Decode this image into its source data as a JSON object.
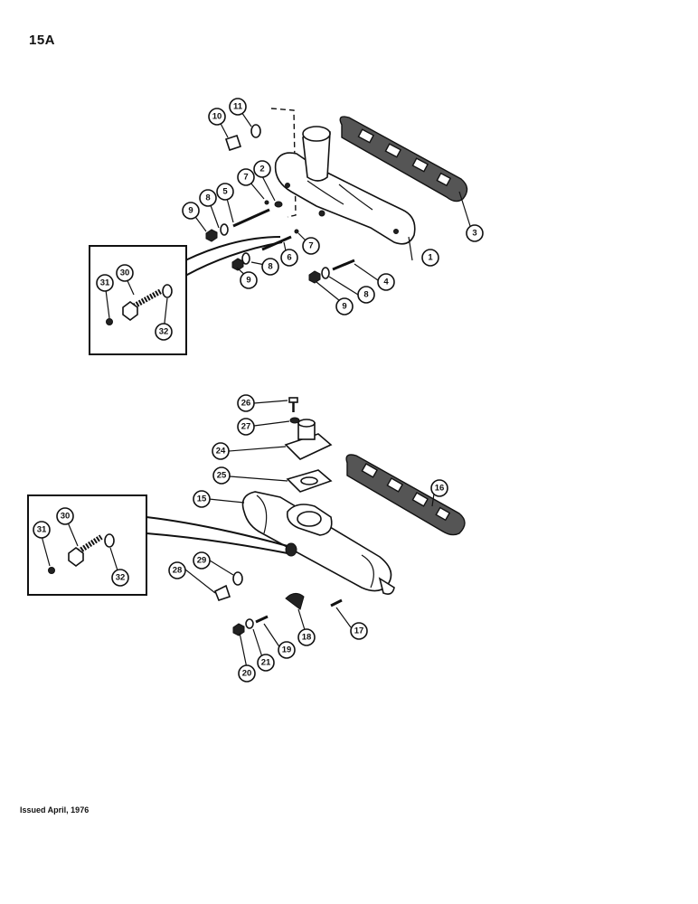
{
  "page_number": "15A",
  "footer": "Issued April, 1976",
  "top_assembly_callouts": [
    "1",
    "2",
    "3",
    "4",
    "5",
    "6",
    "7",
    "8",
    "9",
    "10",
    "11",
    "30",
    "31",
    "32"
  ],
  "bottom_assembly_callouts": [
    "15",
    "16",
    "17",
    "18",
    "19",
    "20",
    "21",
    "24",
    "25",
    "26",
    "27",
    "28",
    "29",
    "30",
    "31",
    "32"
  ]
}
